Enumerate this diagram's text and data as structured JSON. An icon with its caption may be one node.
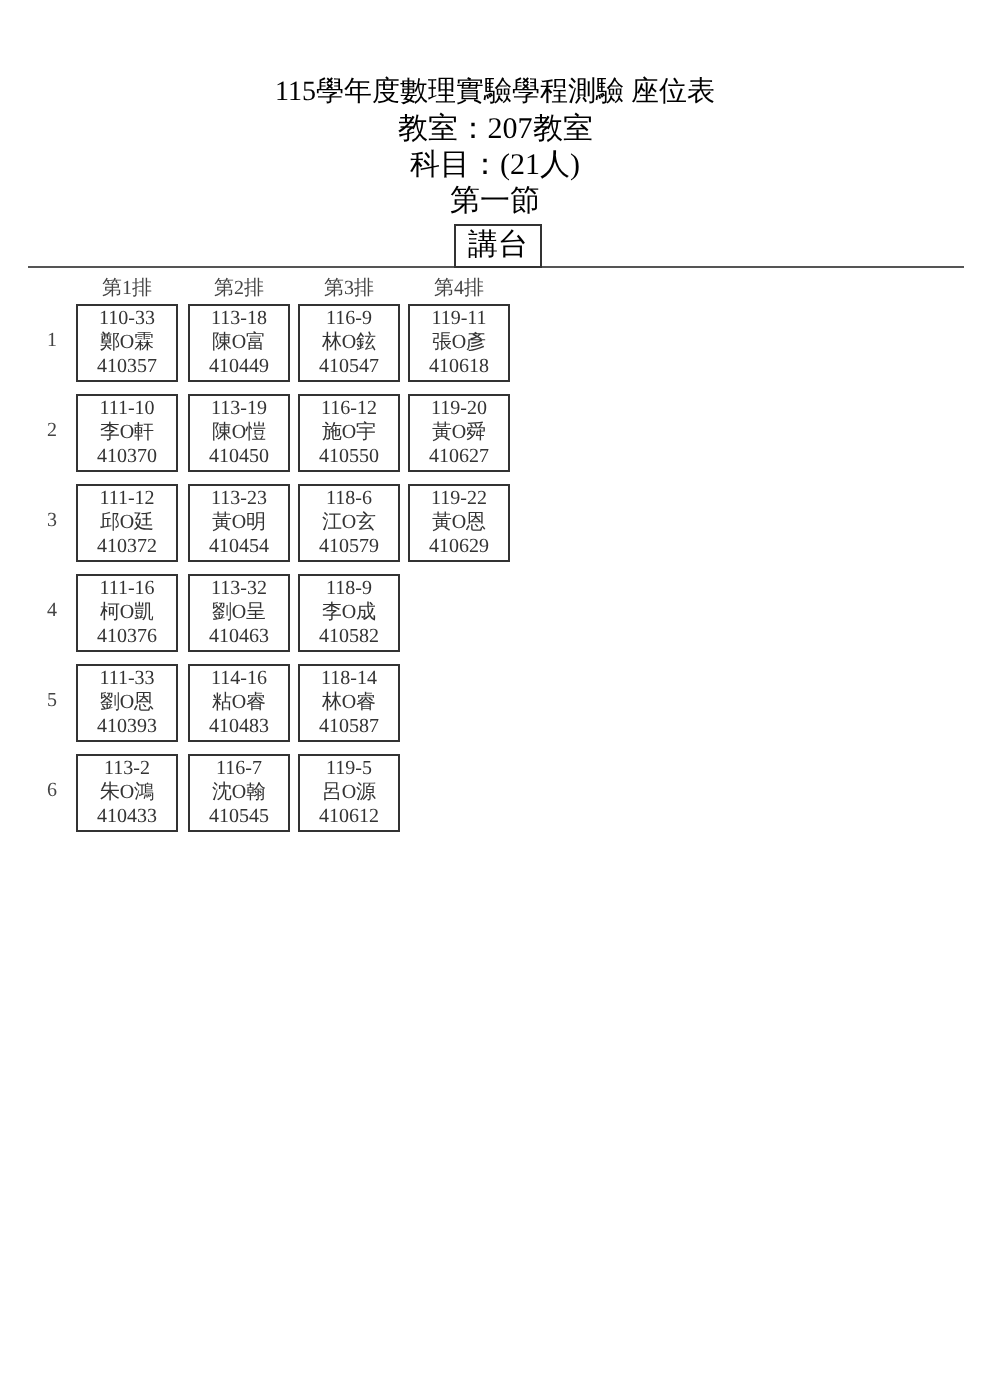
{
  "diagram": {
    "title": "115學年度數理實驗學程測驗 座位表",
    "nodes": [
      {
        "text": [
          "講台"
        ]
      },
      {
        "text": [
          "110-33",
          "鄭O霖",
          "410357"
        ]
      },
      {
        "text": [
          "113-18",
          "陳O富",
          "410449"
        ]
      },
      {
        "text": [
          "116-9",
          "林O鉉",
          "410547"
        ]
      },
      {
        "text": [
          "119-11",
          "張O彥",
          "410618"
        ]
      },
      {
        "text": [
          "111-10",
          "李O軒",
          "410370"
        ]
      },
      {
        "text": [
          "113-19",
          "陳O愷",
          "410450"
        ]
      },
      {
        "text": [
          "116-12",
          "施O宇",
          "410550"
        ]
      },
      {
        "text": [
          "119-20",
          "黃O舜",
          "410627"
        ]
      },
      {
        "text": [
          "111-12",
          "邱O廷",
          "410372"
        ]
      },
      {
        "text": [
          "113-23",
          "黃O明",
          "410454"
        ]
      },
      {
        "text": [
          "118-6",
          "江O玄",
          "410579"
        ]
      },
      {
        "text": [
          "119-22",
          "黃O恩",
          "410629"
        ]
      },
      {
        "text": [
          "111-16",
          "柯O凱",
          "410376"
        ]
      },
      {
        "text": [
          "113-32",
          "劉O呈",
          "410463"
        ]
      },
      {
        "text": [
          "118-9",
          "李O成",
          "410582"
        ]
      },
      {
        "text": [
          "111-33",
          "劉O恩",
          "410393"
        ]
      },
      {
        "text": [
          "114-16",
          "粘O睿",
          "410483"
        ]
      },
      {
        "text": [
          "118-14",
          "林O睿",
          "410587"
        ]
      },
      {
        "text": [
          "113-2",
          "朱O鴻",
          "410433"
        ]
      },
      {
        "text": [
          "116-7",
          "沈O翰",
          "410545"
        ]
      },
      {
        "text": [
          "119-5",
          "呂O源",
          "410612"
        ]
      }
    ],
    "labels": [
      "教室：207教室",
      "科目：(21人)",
      "第一節",
      "第1排",
      "第2排",
      "第3排",
      "第4排",
      "1",
      "2",
      "3",
      "4",
      "5",
      "6"
    ]
  }
}
